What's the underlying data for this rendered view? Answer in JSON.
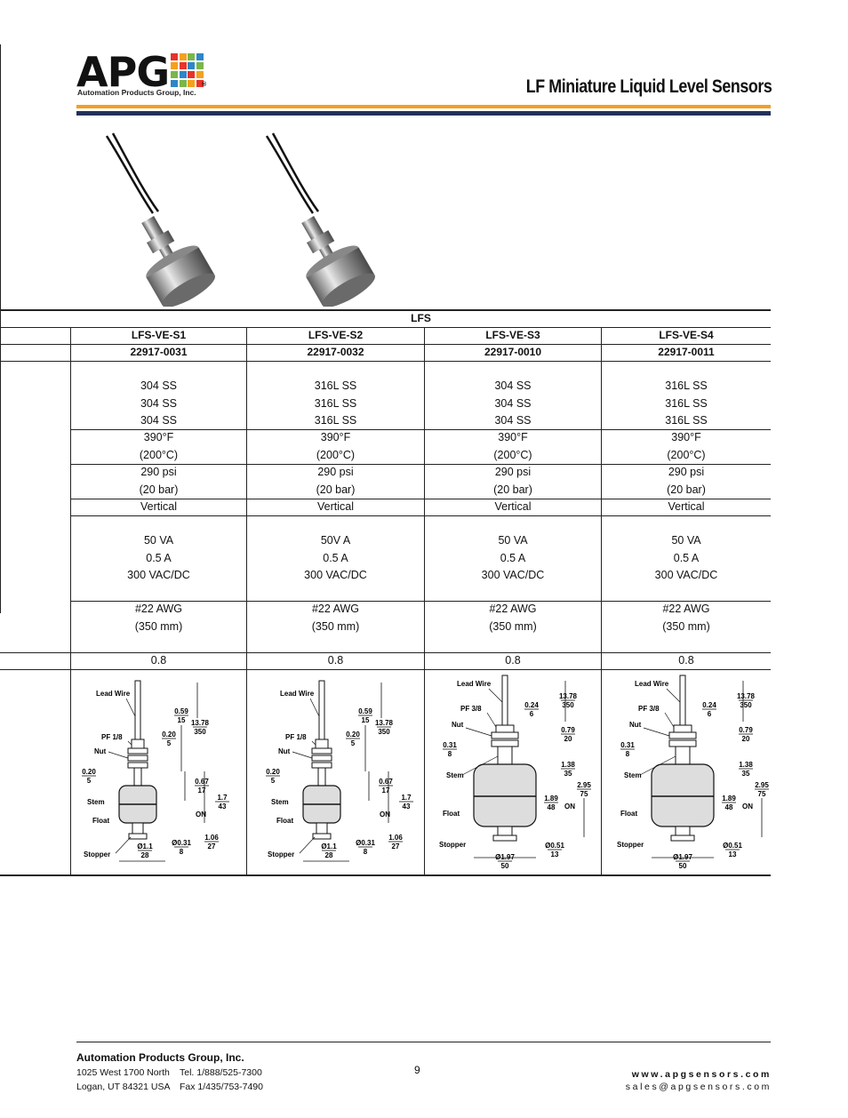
{
  "header": {
    "logo_text": "APG",
    "logo_registered": "®",
    "logo_subtitle": "Automation Products Group, Inc.",
    "title": "LF Miniature Liquid Level Sensors",
    "grid_colors": [
      "#e8332a",
      "#f4a11c",
      "#7ab648",
      "#2e86c8",
      "#f4a11c",
      "#e8332a",
      "#2e86c8",
      "#7ab648",
      "#7ab648",
      "#2e86c8",
      "#e8332a",
      "#f4a11c",
      "#2e86c8",
      "#7ab648",
      "#f4a11c",
      "#e8332a"
    ]
  },
  "table": {
    "group_label": "LFS",
    "models": [
      "LFS-VE-S1",
      "LFS-VE-S2",
      "LFS-VE-S3",
      "LFS-VE-S4"
    ],
    "part_numbers": [
      "22917-0031",
      "22917-0032",
      "22917-0010",
      "22917-0011"
    ],
    "materials": [
      [
        "304 SS",
        "304 SS",
        "304 SS"
      ],
      [
        "316L SS",
        "316L SS",
        "316L SS"
      ],
      [
        "304 SS",
        "304 SS",
        "304 SS"
      ],
      [
        "316L SS",
        "316L SS",
        "316L SS"
      ]
    ],
    "temperature": [
      [
        "390°F",
        "(200°C)"
      ],
      [
        "390°F",
        "(200°C)"
      ],
      [
        "390°F",
        "(200°C)"
      ],
      [
        "390°F",
        "(200°C)"
      ]
    ],
    "pressure": [
      [
        "290 psi",
        "(20 bar)"
      ],
      [
        "290 psi",
        "(20 bar)"
      ],
      [
        "290 psi",
        "(20 bar)"
      ],
      [
        "290 psi",
        "(20 bar)"
      ]
    ],
    "mounting": [
      "Vertical",
      "Vertical",
      "Vertical",
      "Vertical"
    ],
    "switching": [
      [
        "50 VA",
        "0.5 A",
        "300 VAC/DC"
      ],
      [
        "50V A",
        "0.5 A",
        "300 VAC/DC"
      ],
      [
        "50 VA",
        "0.5 A",
        "300 VAC/DC"
      ],
      [
        "50 VA",
        "0.5 A",
        "300 VAC/DC"
      ]
    ],
    "wire": [
      [
        "#22 AWG",
        "(350 mm)"
      ],
      [
        "#22 AWG",
        "(350 mm)"
      ],
      [
        "#22 AWG",
        "(350 mm)"
      ],
      [
        "#22 AWG",
        "(350 mm)"
      ]
    ],
    "specific_gravity": [
      "0.8",
      "0.8",
      "0.8",
      "0.8"
    ]
  },
  "drawings": {
    "small": {
      "labels": {
        "lead_wire": "Lead Wire",
        "pf": "PF 1/8",
        "nut": "Nut",
        "stem": "Stem",
        "float": "Float",
        "stopper": "Stopper",
        "on": "ON"
      },
      "dims": {
        "a_in": "0.59",
        "a_mm": "15",
        "len_in": "13.78",
        "len_mm": "350",
        "b_in": "0.20",
        "b_mm": "5",
        "c_in": "0.20",
        "c_mm": "5",
        "d_in": "0.67",
        "d_mm": "17",
        "e_in": "1.7",
        "e_mm": "43",
        "f_in": "Ø0.31",
        "f_mm": "8",
        "g_in": "1.06",
        "g_mm": "27",
        "h_in": "Ø1.1",
        "h_mm": "28"
      }
    },
    "large": {
      "labels": {
        "lead_wire": "Lead Wire",
        "pf": "PF 3/8",
        "nut": "Nut",
        "stem": "Stem",
        "float": "Float",
        "stopper": "Stopper",
        "on": "ON"
      },
      "dims": {
        "len_in": "13.78",
        "len_mm": "350",
        "a_in": "0.24",
        "a_mm": "6",
        "b_in": "0.79",
        "b_mm": "20",
        "c_in": "0.31",
        "c_mm": "8",
        "d_in": "1.38",
        "d_mm": "35",
        "e_in": "2.95",
        "e_mm": "75",
        "f_in": "1.89",
        "f_mm": "48",
        "g_in": "Ø1.97",
        "g_mm": "50",
        "h_in": "Ø0.51",
        "h_mm": "13"
      }
    }
  },
  "footer": {
    "company": "Automation Products Group, Inc.",
    "address1": "1025 West 1700 North",
    "address2": "Logan, UT 84321  USA",
    "tel": "Tel. 1/888/525-7300",
    "fax": "Fax 1/435/753-7490",
    "page": "9",
    "web": "www.apgsensors.com",
    "email": "sales@apgsensors.com"
  }
}
